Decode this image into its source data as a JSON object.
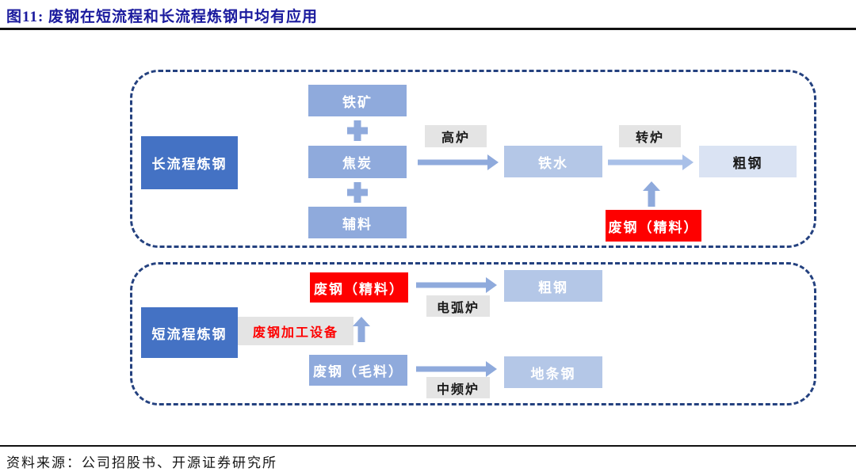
{
  "title": "图11:  废钢在短流程和长流程炼钢中均有应用",
  "source": "资料来源：公司招股书、开源证券研究所",
  "colors": {
    "title_blue": "#1b1b9e",
    "rule_black": "#111111",
    "dash_border": "#24417f",
    "dark_blue": "#4472c4",
    "light_blue": "#8faadc",
    "mid_blue": "#b4c7e7",
    "pale_blue": "#dae3f3",
    "red": "#fe0000",
    "gray": "#e4e4e4",
    "arrow_lite": "#a9c0e8"
  },
  "icons": {
    "plus": "plus-icon",
    "arrow_right": "arrow-right-icon",
    "arrow_up": "arrow-up-icon"
  },
  "long_process": {
    "label": "长流程炼钢",
    "inputs": [
      "铁矿",
      "焦炭",
      "辅料"
    ],
    "furnace1": "高炉",
    "molten_iron": "铁水",
    "furnace2": "转炉",
    "crude_steel": "粗钢",
    "scrap_refined": "废钢（精料）"
  },
  "short_process": {
    "label": "短流程炼钢",
    "scrap_refined": "废钢（精料）",
    "equipment": "废钢加工设备",
    "eaf": "电弧炉",
    "crude_steel": "粗钢",
    "scrap_raw": "废钢（毛料）",
    "mf_furnace": "中频炉",
    "ditiao_steel": "地条钢"
  }
}
